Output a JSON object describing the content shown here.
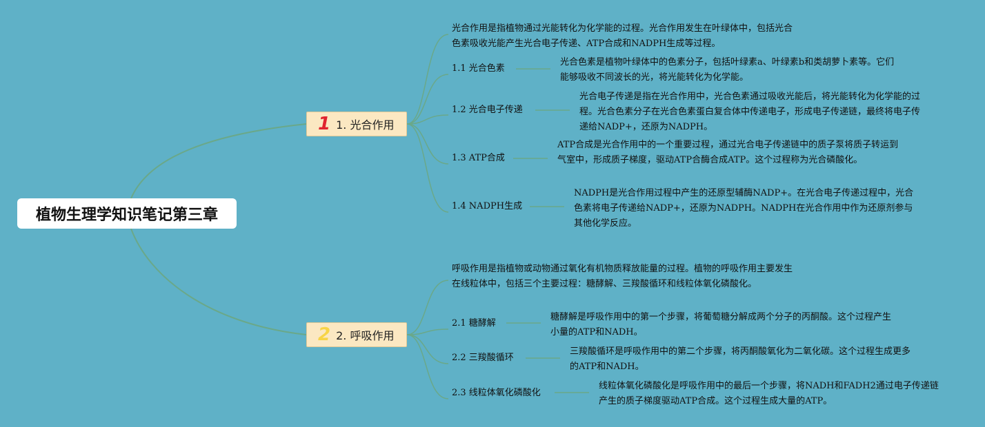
{
  "root": {
    "title": "植物生理学知识笔记第三章"
  },
  "branches": [
    {
      "number": "1",
      "label": "1. 光合作用",
      "summary": "光合作用是指植物通过光能转化为化学能的过程。光合作用发生在叶绿体中，包括光合色素吸收光能产生光合电子传递、ATP合成和NADPH生成等过程。",
      "children": [
        {
          "label": "1.1 光合色素",
          "detail": "光合色素是植物叶绿体中的色素分子，包括叶绿素a、叶绿素b和类胡萝卜素等。它们能够吸收不同波长的光，将光能转化为化学能。"
        },
        {
          "label": "1.2 光合电子传递",
          "detail": "光合电子传递是指在光合作用中，光合色素通过吸收光能后，将光能转化为化学能的过程。光合色素分子在光合色素蛋白复合体中传递电子，形成电子传递链，最终将电子传递给NADP+，还原为NADPH。"
        },
        {
          "label": "1.3 ATP合成",
          "detail": "ATP合成是光合作用中的一个重要过程，通过光合电子传递链中的质子泵将质子转运到气室中，形成质子梯度，驱动ATP合酶合成ATP。这个过程称为光合磷酸化。"
        },
        {
          "label": "1.4 NADPH生成",
          "detail": "NADPH是光合作用过程中产生的还原型辅酶NADP+。在光合电子传递过程中，光合色素将电子传递给NADP+，还原为NADPH。NADPH在光合作用中作为还原剂参与其他化学反应。"
        }
      ]
    },
    {
      "number": "2",
      "label": "2. 呼吸作用",
      "summary": "呼吸作用是指植物或动物通过氧化有机物质释放能量的过程。植物的呼吸作用主要发生在线粒体中，包括三个主要过程：糖酵解、三羧酸循环和线粒体氧化磷酸化。",
      "children": [
        {
          "label": "2.1 糖酵解",
          "detail": "糖酵解是呼吸作用中的第一个步骤，将葡萄糖分解成两个分子的丙酮酸。这个过程产生小量的ATP和NADH。"
        },
        {
          "label": "2.2 三羧酸循环",
          "detail": "三羧酸循环是呼吸作用中的第二个步骤，将丙酮酸氧化为二氧化碳。这个过程生成更多的ATP和NADH。"
        },
        {
          "label": "2.3 线粒体氧化磷酸化",
          "detail": "线粒体氧化磷酸化是呼吸作用中的最后一个步骤，将NADH和FADH2通过电子传递链产生的质子梯度驱动ATP合成。这个过程生成大量的ATP。"
        }
      ]
    }
  ],
  "colors": {
    "background": "#5fb1c7",
    "edge": "#6aa889",
    "branch_fill": "#fbe8c2",
    "number_1": "#e0242f",
    "number_2": "#f7d447"
  }
}
